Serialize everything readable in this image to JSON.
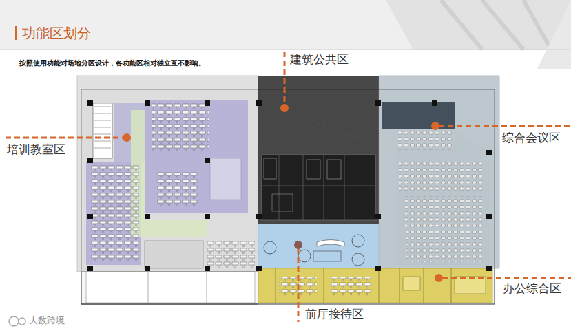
{
  "diagram": {
    "title": "功能区划分",
    "labels": [
      "按照使用功能对场地分区设计，各功能区相对独立互不影响。",
      "建筑公共区",
      "培训教室区",
      "综合会议区",
      "办公综合区",
      "前厅接待区",
      "大数跨境"
    ]
  }
}
